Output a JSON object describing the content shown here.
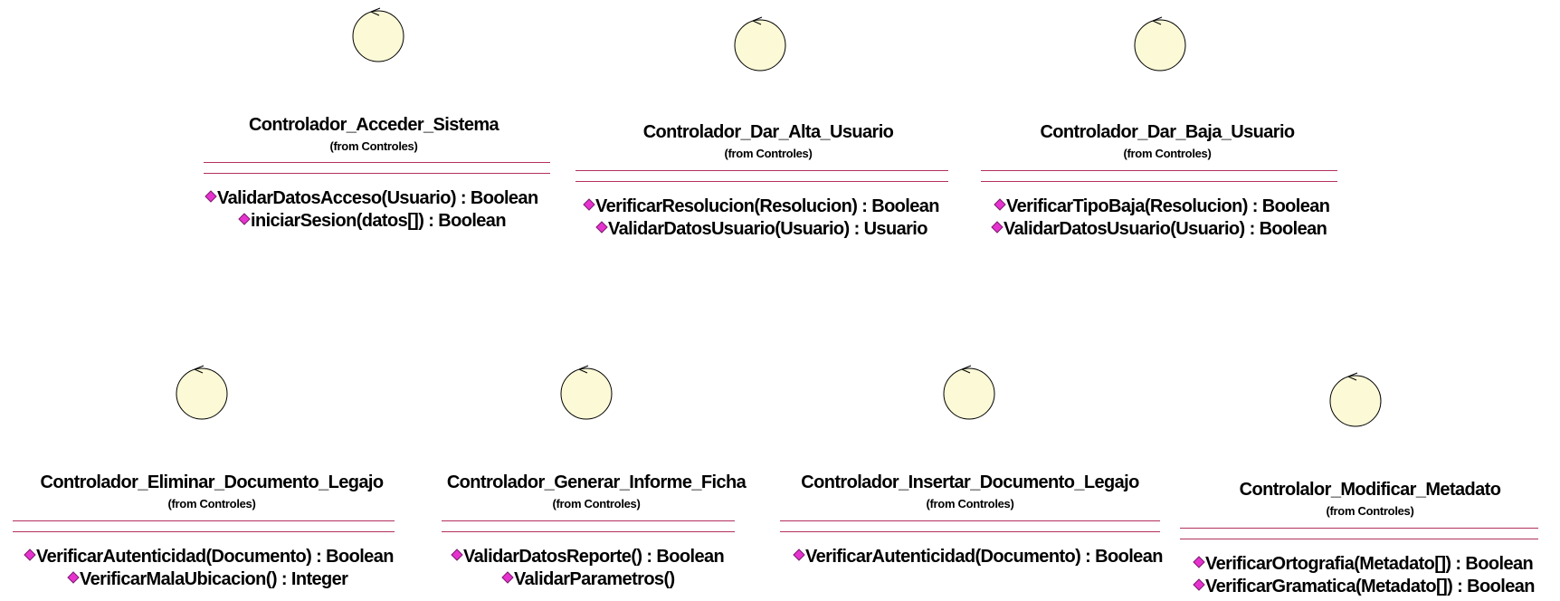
{
  "stereotype_note": "from Controles",
  "colors": {
    "circle_fill": "#fbf9d6",
    "circle_stroke": "#000000",
    "separator": "#b3305f",
    "diamond_fill": "#e633cf",
    "diamond_stroke": "#7a1a6e"
  },
  "controllers": [
    {
      "name": "Controlador_Acceder_Sistema",
      "from": "(from Controles)",
      "operations": [
        "ValidarDatosAcceso(Usuario) : Boolean",
        "iniciarSesion(datos[]) : Boolean"
      ]
    },
    {
      "name": "Controlador_Dar_Alta_Usuario",
      "from": "(from Controles)",
      "operations": [
        "VerificarResolucion(Resolucion) : Boolean",
        "ValidarDatosUsuario(Usuario) : Usuario"
      ]
    },
    {
      "name": "Controlador_Dar_Baja_Usuario",
      "from": "(from Controles)",
      "operations": [
        "VerificarTipoBaja(Resolucion) : Boolean",
        "ValidarDatosUsuario(Usuario) : Boolean"
      ]
    },
    {
      "name": "Controlador_Eliminar_Documento_Legajo",
      "from": "(from Controles)",
      "operations": [
        "VerificarAutenticidad(Documento) : Boolean",
        "VerificarMalaUbicacion() : Integer"
      ]
    },
    {
      "name": "Controlador_Generar_Informe_Ficha",
      "from": "(from Controles)",
      "operations": [
        "ValidarDatosReporte() : Boolean",
        "ValidarParametros()"
      ]
    },
    {
      "name": "Controlador_Insertar_Documento_Legajo",
      "from": "(from Controles)",
      "operations": [
        "VerificarAutenticidad(Documento) : Boolean"
      ]
    },
    {
      "name": "Controlalor_Modificar_Metadato",
      "from": "(from Controles)",
      "operations": [
        "VerificarOrtografia(Metadato[]) : Boolean",
        "VerificarGramatica(Metadato[]) : Boolean"
      ]
    }
  ]
}
